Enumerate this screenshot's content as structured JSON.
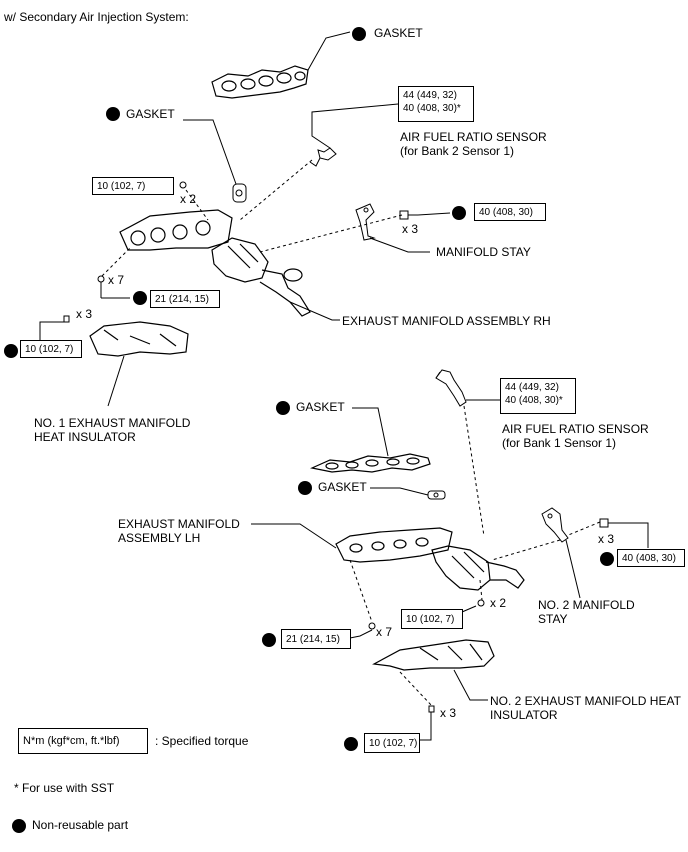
{
  "header": {
    "title": "w/ Secondary Air Injection System:"
  },
  "labels": {
    "gasket": "GASKET",
    "afs_bank2_line1": "AIR FUEL RATIO SENSOR",
    "afs_bank2_line2": "(for Bank 2 Sensor 1)",
    "manifold_stay": "MANIFOLD STAY",
    "exhaust_manifold_rh": "EXHAUST MANIFOLD ASSEMBLY RH",
    "heat_insulator_1_line1": "NO. 1 EXHAUST MANIFOLD",
    "heat_insulator_1_line2": "HEAT INSULATOR",
    "afs_bank1_line1": "AIR FUEL RATIO SENSOR",
    "afs_bank1_line2": "(for Bank 1 Sensor 1)",
    "exhaust_manifold_lh_line1": "EXHAUST MANIFOLD",
    "exhaust_manifold_lh_line2": "ASSEMBLY LH",
    "manifold_stay_2_line1": "NO. 2 MANIFOLD",
    "manifold_stay_2_line2": "STAY",
    "heat_insulator_2_line1": "NO. 2 EXHAUST MANIFOLD HEAT",
    "heat_insulator_2_line2": "INSULATOR"
  },
  "torque": {
    "t10": "10 (102, 7)",
    "t21": "21 (214, 15)",
    "t40": "40 (408, 30)",
    "t44": "44 (449, 32)",
    "t40sst": "40 (408, 30)*"
  },
  "counts": {
    "x2": "x 2",
    "x3": "x 3",
    "x7": "x 7"
  },
  "legend": {
    "torque_box": "N*m (kgf*cm, ft.*lbf)",
    "torque_desc": ": Specified torque",
    "sst_note": "* For use with SST",
    "nonreusable": "Non-reusable part"
  }
}
